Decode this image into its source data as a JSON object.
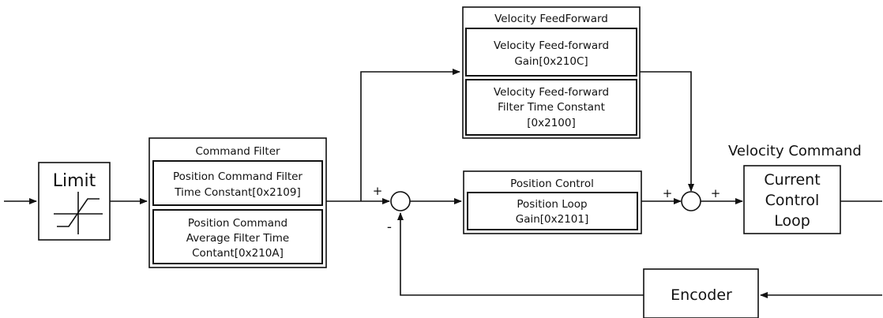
{
  "limit": {
    "label": "Limit"
  },
  "command_filter": {
    "title": "Command Filter",
    "position_command_filter": [
      "Position Command Filter",
      "Time Constant[0x2109]"
    ],
    "average_filter": [
      "Position Command",
      "Average Filter Time",
      "Contant[0x210A]"
    ]
  },
  "velocity_feedforward": {
    "title": "Velocity FeedForward",
    "gain": [
      "Velocity Feed-forward",
      "Gain[0x210C]"
    ],
    "filter_time_constant": [
      "Velocity Feed-forward",
      "Filter Time Constant",
      "[0x2100]"
    ]
  },
  "position_control": {
    "title": "Position Control",
    "loop_gain": [
      "Position Loop",
      "Gain[0x2101]"
    ]
  },
  "velocity_command_label": "Velocity Command",
  "current_control_loop": [
    "Current",
    "Control",
    "Loop"
  ],
  "encoder": {
    "label": "Encoder"
  },
  "signs": {
    "sum1_plus": "+",
    "sum1_minus": "-",
    "sum2_plus_left": "+",
    "sum2_plus_right": "+"
  }
}
